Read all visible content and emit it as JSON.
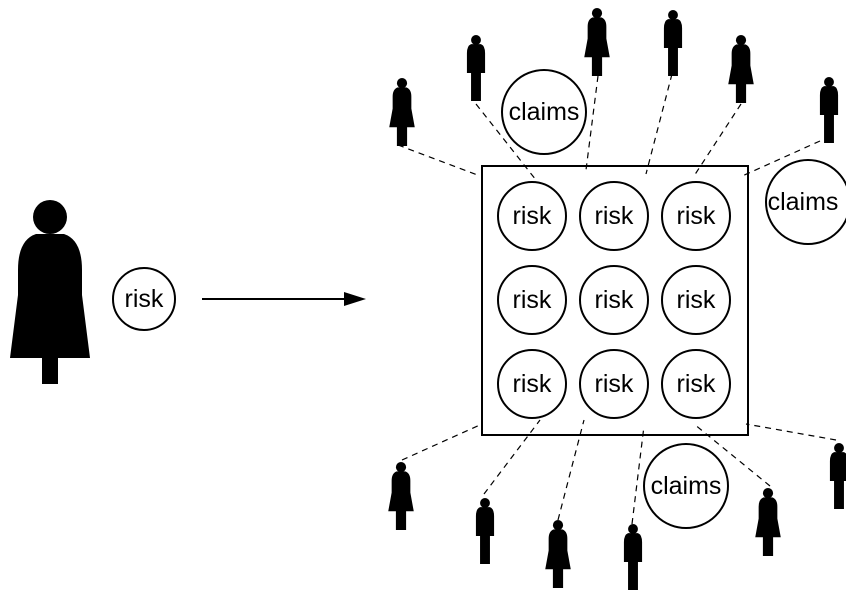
{
  "diagram": {
    "individual": {
      "risk_label": "risk"
    },
    "pool": {
      "risk_labels": [
        "risk",
        "risk",
        "risk",
        "risk",
        "risk",
        "risk",
        "risk",
        "risk",
        "risk"
      ]
    },
    "claims_labels": [
      "claims",
      "claims",
      "claims"
    ]
  }
}
